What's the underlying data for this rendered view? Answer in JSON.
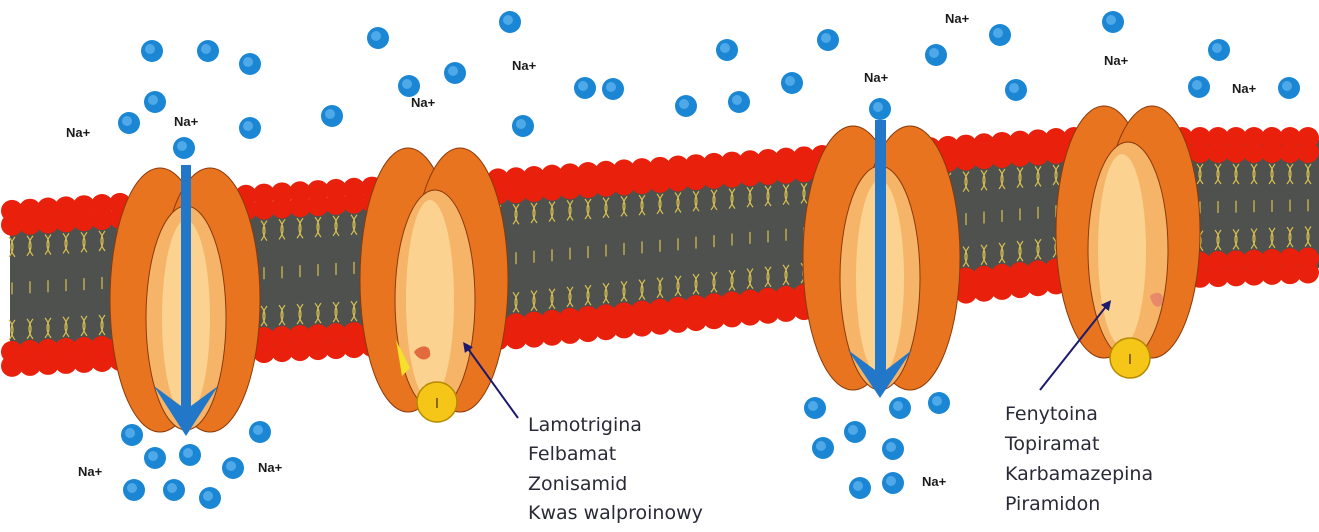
{
  "ion_label": "Na+",
  "inactivation_gate_label": "I",
  "drug_group_1": {
    "items": [
      "Lamotrigina",
      "Felbamat",
      "Zonisamid",
      "Kwas walproinowy"
    ]
  },
  "drug_group_2": {
    "items": [
      "Fenytoina",
      "Topiramat",
      "Karbamazepina",
      "Piramidon"
    ]
  },
  "colors": {
    "lipid_head": "#e8200c",
    "lipid_core": "#4e514e",
    "lipid_tail": "#d8c050",
    "channel_outer": "#e8741f",
    "channel_inner": "#f6b469",
    "channel_core": "#fbd28f",
    "ion": "#1b86d3",
    "ion_flow_arrow": "#2277c9",
    "gate": "#f5c518",
    "pointer_arrow": "#1d1a6e"
  },
  "icons": [
    "sodium-ion-icon",
    "flow-arrow-icon",
    "inactivation-gate-icon",
    "pointer-arrow-icon"
  ]
}
